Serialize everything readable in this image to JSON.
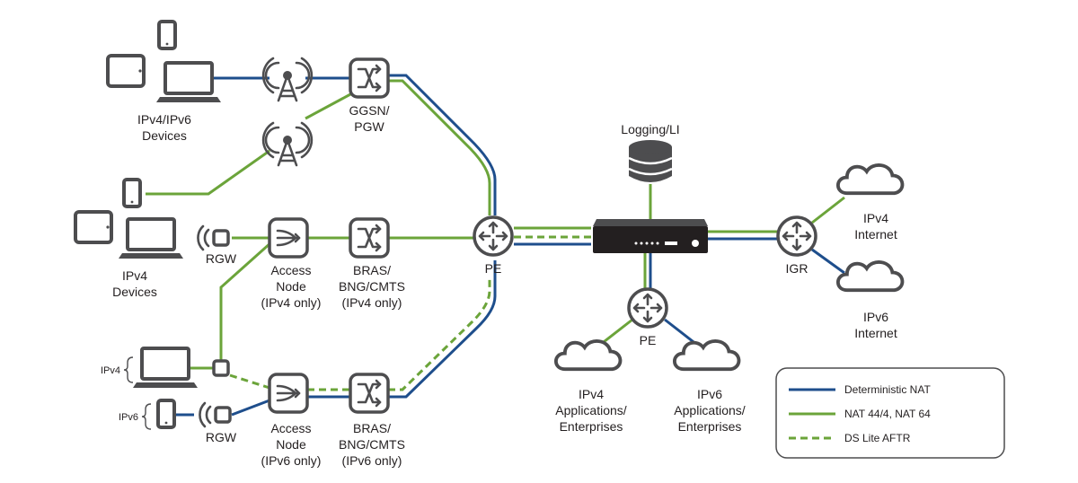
{
  "labels": {
    "devices_top_1": "IPv4/IPv6",
    "devices_top_2": "Devices",
    "ggsn_1": "GGSN/",
    "ggsn_2": "PGW",
    "logging": "Logging/LI",
    "ipv4_internet_1": "IPv4",
    "ipv4_internet_2": "Internet",
    "ipv6_internet_1": "IPv6",
    "ipv6_internet_2": "Internet",
    "igr": "IGR",
    "rgw_mid": "RGW",
    "ipv4_devices_1": "IPv4",
    "ipv4_devices_2": "Devices",
    "access_node_v4_1": "Access",
    "access_node_v4_2": "Node",
    "access_node_v4_3": "(IPv4 only)",
    "bras_v4_1": "BRAS/",
    "bras_v4_2": "BNG/CMTS",
    "bras_v4_3": "(IPv4 only)",
    "pe_main": "PE",
    "pe_lower": "PE",
    "ipv4_apps_1": "IPv4",
    "ipv4_apps_2": "Applications/",
    "ipv4_apps_3": "Enterprises",
    "ipv6_apps_1": "IPv6",
    "ipv6_apps_2": "Applications/",
    "ipv6_apps_3": "Enterprises",
    "brace_ipv4": "IPv4",
    "brace_ipv6": "IPv6",
    "rgw_bottom": "RGW",
    "access_node_v6_1": "Access",
    "access_node_v6_2": "Node",
    "access_node_v6_3": "(IPv6 only)",
    "bras_v6_1": "BRAS/",
    "bras_v6_2": "BNG/CMTS",
    "bras_v6_3": "(IPv6 only)"
  },
  "legend": {
    "items": [
      {
        "label": "Deterministic NAT",
        "style": "solid",
        "color": "#1e4e8c"
      },
      {
        "label": "NAT 44/4, NAT 64",
        "style": "solid",
        "color": "#6ba43a"
      },
      {
        "label": "DS Lite AFTR",
        "style": "dashed",
        "color": "#6ba43a"
      }
    ]
  },
  "colors": {
    "deterministic_nat": "#1e4e8c",
    "nat44_nat64": "#6ba43a",
    "device": "#4d4d4f"
  },
  "icons": [
    "tablet-icon",
    "phone-icon",
    "laptop-icon",
    "cell-tower-icon",
    "gateway-switch-icon",
    "router-icon",
    "database-icon",
    "cgnat-appliance-icon",
    "cloud-icon",
    "rgw-icon",
    "access-node-icon"
  ]
}
